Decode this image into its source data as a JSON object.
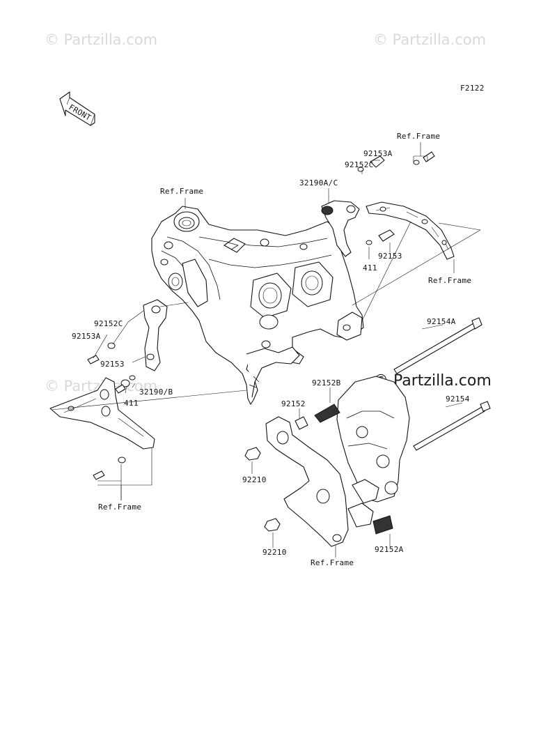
{
  "diagram_code": "F2122",
  "front_arrow": {
    "label": "FRONT",
    "icon": "front-direction-arrow-icon"
  },
  "watermarks": {
    "top_left": "© Partzilla.com",
    "top_right": "© Partzilla.com",
    "mid_left": "© Partzilla.com",
    "mid_right": "© Partzilla.com"
  },
  "colors": {
    "ink": "#111111",
    "background": "#ffffff",
    "watermark": "#d9d9d9"
  },
  "callouts": {
    "ref_frame_top_left": "Ref.Frame",
    "ref_frame_top_right": "Ref.Frame",
    "p92153A_top": "92153A",
    "p92152C_top": "92152C",
    "p32190AC": "32190A/C",
    "p411_top": "411",
    "p92153_top": "92153",
    "ref_frame_right": "Ref.Frame",
    "p92152C_left": "92152C",
    "p92153A_left": "92153A",
    "p92153_left": "92153",
    "p411_left": "411",
    "p32190B": "32190/B",
    "ref_frame_bottom_left": "Ref.Frame",
    "p92154A": "92154A",
    "p92152B": "92152B",
    "p92152": "92152",
    "p92154": "92154",
    "p92210_upper": "92210",
    "p92210_lower": "92210",
    "ref_frame_bottom": "Ref.Frame",
    "p92152A": "92152A"
  }
}
